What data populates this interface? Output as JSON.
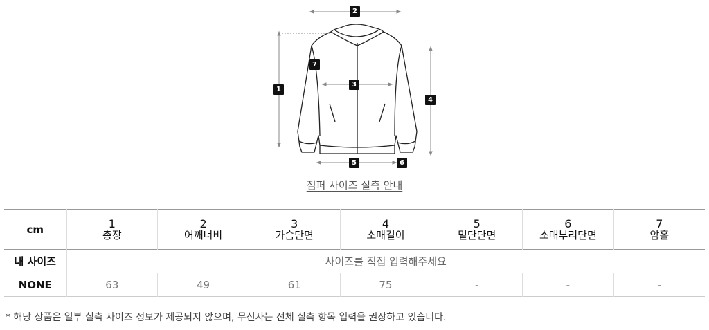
{
  "guide": {
    "title": "점퍼 사이즈 실측 안내",
    "badges": [
      "1",
      "2",
      "3",
      "4",
      "5",
      "6",
      "7"
    ]
  },
  "table": {
    "unit": "cm",
    "columns": [
      {
        "num": "1",
        "label": "총장"
      },
      {
        "num": "2",
        "label": "어깨너비"
      },
      {
        "num": "3",
        "label": "가슴단면"
      },
      {
        "num": "4",
        "label": "소매길이"
      },
      {
        "num": "5",
        "label": "밑단단면"
      },
      {
        "num": "6",
        "label": "소매부리단면"
      },
      {
        "num": "7",
        "label": "암홀"
      }
    ],
    "my_size": {
      "label": "내 사이즈",
      "placeholder": "사이즈를 직접 입력해주세요"
    },
    "rows": [
      {
        "label": "NONE",
        "values": [
          "63",
          "49",
          "61",
          "75",
          "-",
          "-",
          "-"
        ]
      }
    ]
  },
  "note": "* 해당 상품은 일부 실측 사이즈 정보가 제공되지 않으며, 무신사는 전체 실측 항목 입력을 권장하고 있습니다."
}
